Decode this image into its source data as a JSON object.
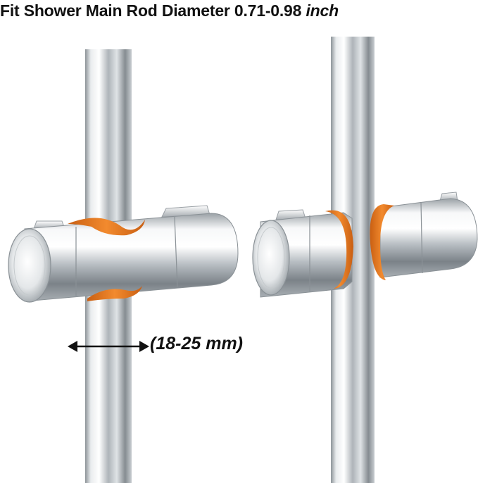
{
  "title": {
    "main": "Fit Shower Main Rod Diameter 0.71-0.98",
    "unit": "inch"
  },
  "dimension_label": "(18-25 mm)",
  "colors": {
    "silicone_ring": "#e9771e",
    "chrome_light": "#f6f7f8",
    "chrome_mid": "#b9bfc4",
    "chrome_dark": "#6d747a",
    "text": "#111111"
  }
}
